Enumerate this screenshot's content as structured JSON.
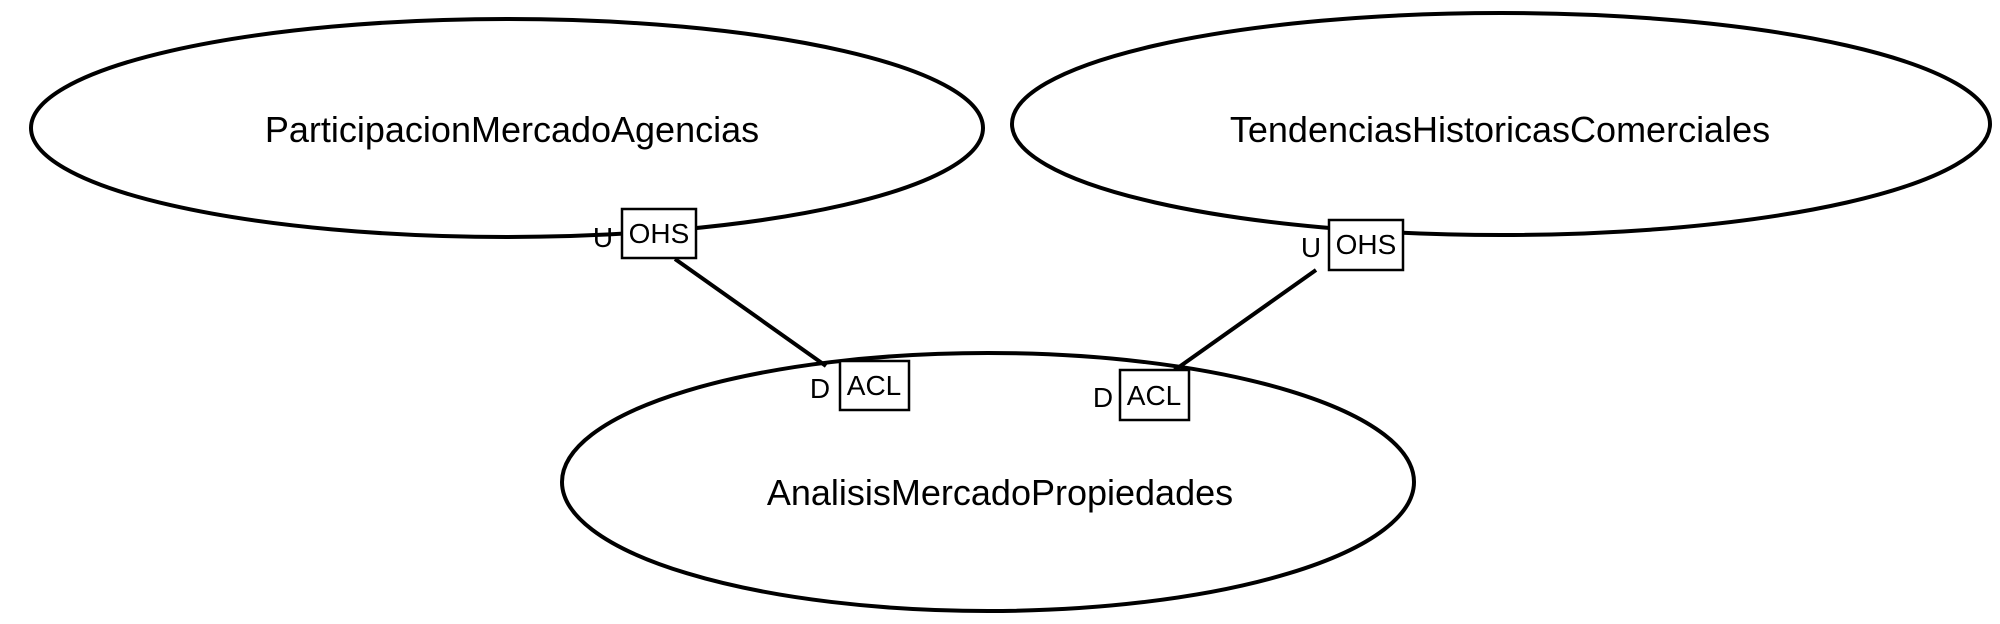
{
  "contexts": {
    "participacion": {
      "name": "ParticipacionMercadoAgencias"
    },
    "tendencias": {
      "name": "TendenciasHistoricasComerciales"
    },
    "analisis": {
      "name": "AnalisisMercadoPropiedades"
    }
  },
  "relations": [
    {
      "upstream": {
        "context": "ParticipacionMercadoAgencias",
        "role": "U",
        "pattern": "OHS"
      },
      "downstream": {
        "context": "AnalisisMercadoPropiedades",
        "role": "D",
        "pattern": "ACL"
      }
    },
    {
      "upstream": {
        "context": "TendenciasHistoricasComerciales",
        "role": "U",
        "pattern": "OHS"
      },
      "downstream": {
        "context": "AnalisisMercadoPropiedades",
        "role": "D",
        "pattern": "ACL"
      }
    }
  ]
}
